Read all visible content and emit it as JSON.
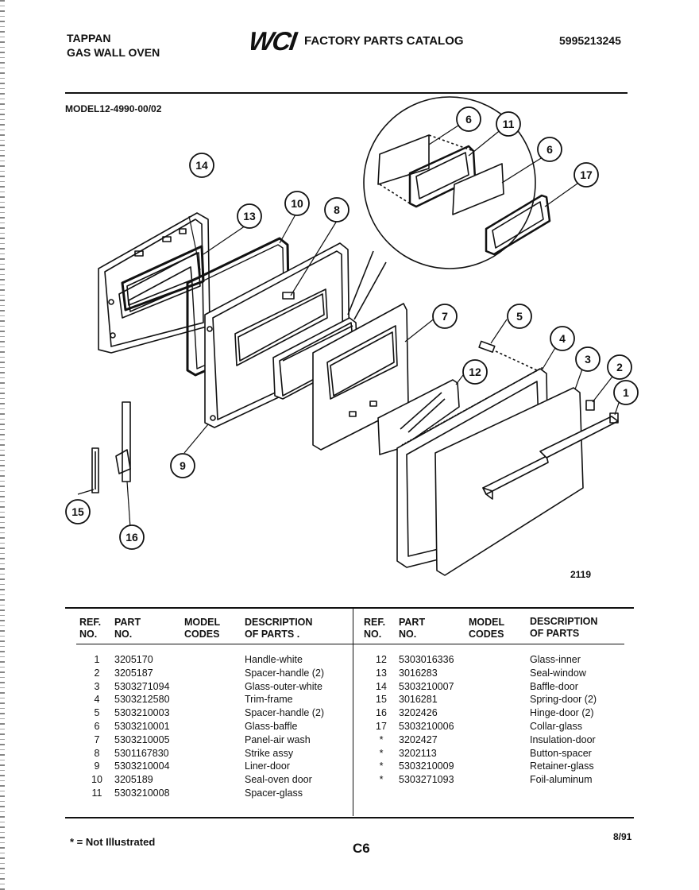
{
  "header": {
    "brand": "TAPPAN",
    "product": "GAS WALL OVEN",
    "logo": "WCI",
    "catalog_title": "FACTORY PARTS CATALOG",
    "catalog_number": "5995213245",
    "model": "MODEL12-4990-00/02"
  },
  "diagram": {
    "figure_number": "2119",
    "callouts": [
      "1",
      "2",
      "3",
      "4",
      "5",
      "6",
      "7",
      "8",
      "9",
      "10",
      "11",
      "12",
      "13",
      "14",
      "15",
      "16",
      "17",
      "6"
    ]
  },
  "table_headers": {
    "ref": [
      "REF.",
      "NO."
    ],
    "part": [
      "PART",
      "NO."
    ],
    "model": [
      "MODEL",
      "CODES"
    ],
    "desc_left": [
      "DESCRIPTION",
      "OF PARTS ."
    ],
    "desc_right": [
      "DESCRIPTION",
      "OF PARTS"
    ]
  },
  "parts_left": [
    {
      "ref": "1",
      "part": "3205170",
      "desc": "Handle-white"
    },
    {
      "ref": "2",
      "part": "3205187",
      "desc": "Spacer-handle (2)"
    },
    {
      "ref": "3",
      "part": "5303271094",
      "desc": "Glass-outer-white"
    },
    {
      "ref": "4",
      "part": "5303212580",
      "desc": "Trim-frame"
    },
    {
      "ref": "5",
      "part": "5303210003",
      "desc": "Spacer-handle (2)"
    },
    {
      "ref": "6",
      "part": "5303210001",
      "desc": "Glass-baffle"
    },
    {
      "ref": "7",
      "part": "5303210005",
      "desc": "Panel-air wash"
    },
    {
      "ref": "8",
      "part": "5301167830",
      "desc": "Strike assy"
    },
    {
      "ref": "9",
      "part": "5303210004",
      "desc": "Liner-door"
    },
    {
      "ref": "10",
      "part": "3205189",
      "desc": "Seal-oven door"
    },
    {
      "ref": "11",
      "part": "5303210008",
      "desc": "Spacer-glass"
    }
  ],
  "parts_right": [
    {
      "ref": "12",
      "part": "5303016336",
      "desc": "Glass-inner"
    },
    {
      "ref": "13",
      "part": "3016283",
      "desc": "Seal-window"
    },
    {
      "ref": "14",
      "part": "5303210007",
      "desc": "Baffle-door"
    },
    {
      "ref": "15",
      "part": "3016281",
      "desc": "Spring-door (2)"
    },
    {
      "ref": "16",
      "part": "3202426",
      "desc": "Hinge-door (2)"
    },
    {
      "ref": "17",
      "part": "5303210006",
      "desc": "Collar-glass"
    },
    {
      "ref": "*",
      "part": "3202427",
      "desc": "Insulation-door"
    },
    {
      "ref": "*",
      "part": "3202113",
      "desc": "Button-spacer"
    },
    {
      "ref": "*",
      "part": "5303210009",
      "desc": "Retainer-glass"
    },
    {
      "ref": "*",
      "part": "5303271093",
      "desc": "Foil-aluminum"
    }
  ],
  "footer": {
    "note": "* = Not Illustrated",
    "page": "C6",
    "date": "8/91"
  }
}
